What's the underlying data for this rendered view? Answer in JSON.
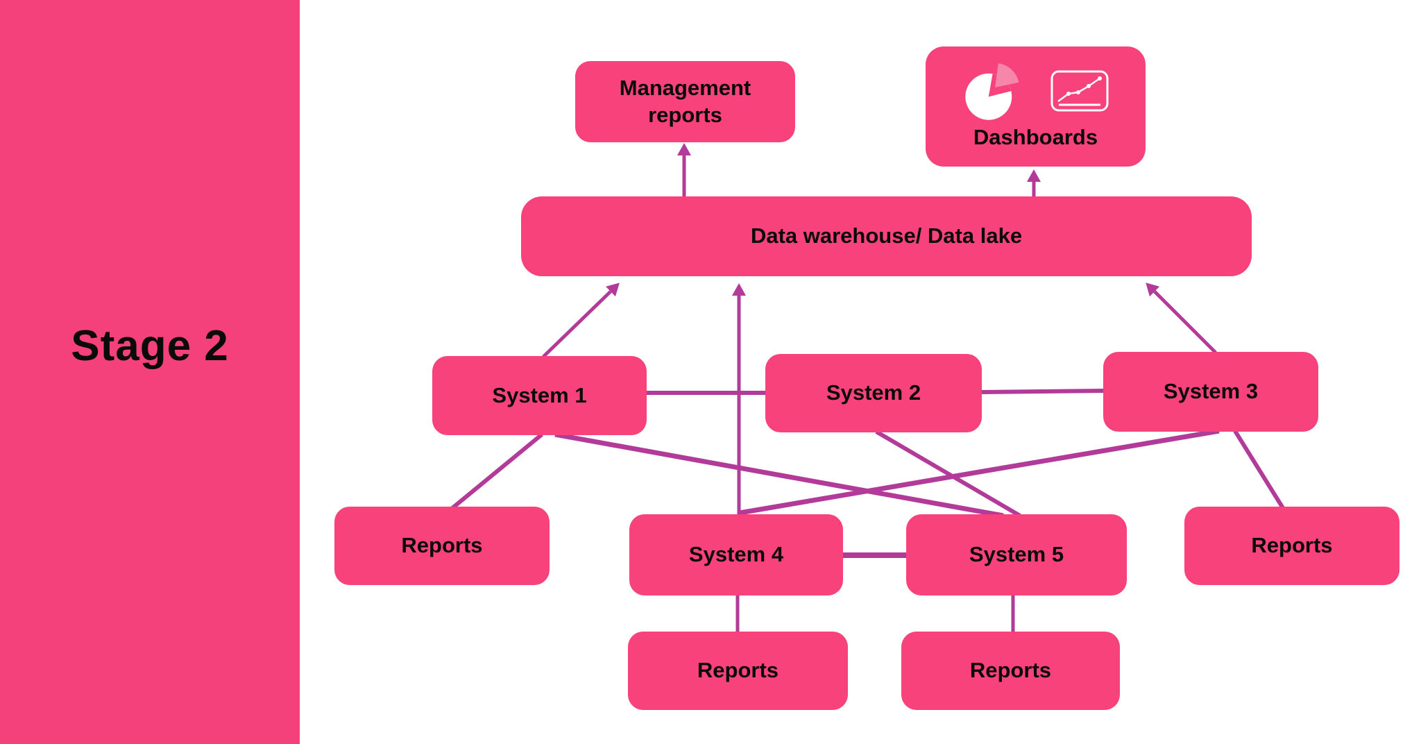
{
  "sidebar": {
    "title": "Stage 2"
  },
  "colors": {
    "node_pink": "#f7427b",
    "sidebar_pink": "#f5417b",
    "connector_magenta": "#b23a98",
    "pie_slice_light": "#f687ab",
    "icon_white": "#ffffff",
    "text_black": "#0b0b0b",
    "background_white": "#ffffff"
  },
  "diagram": {
    "nodes": {
      "management_reports": {
        "label": "Management reports"
      },
      "dashboards": {
        "label": "Dashboards",
        "icons": [
          "pie-chart-icon",
          "line-chart-icon"
        ]
      },
      "warehouse": {
        "label": "Data warehouse/ Data lake"
      },
      "system_1": {
        "label": "System 1"
      },
      "system_2": {
        "label": "System 2"
      },
      "system_3": {
        "label": "System 3"
      },
      "system_4": {
        "label": "System 4"
      },
      "system_5": {
        "label": "System 5"
      },
      "reports_left": {
        "label": "Reports"
      },
      "reports_right": {
        "label": "Reports"
      },
      "reports_bottom_left": {
        "label": "Reports"
      },
      "reports_bottom_right": {
        "label": "Reports"
      }
    },
    "edges": [
      {
        "from": "warehouse",
        "to": "management-reports",
        "arrow": true
      },
      {
        "from": "warehouse",
        "to": "dashboards",
        "arrow": true
      },
      {
        "from": "system-1",
        "to": "warehouse",
        "arrow": true
      },
      {
        "from": "system-4",
        "to": "warehouse",
        "arrow": true
      },
      {
        "from": "system-3",
        "to": "warehouse",
        "arrow": true
      },
      {
        "from": "system-1",
        "to": "system-2",
        "arrow": false
      },
      {
        "from": "system-2",
        "to": "system-3",
        "arrow": false
      },
      {
        "from": "system-1",
        "to": "reports-left",
        "arrow": false
      },
      {
        "from": "system-1",
        "to": "system-5",
        "arrow": false
      },
      {
        "from": "system-2",
        "to": "system-5",
        "arrow": false
      },
      {
        "from": "system-3",
        "to": "system-4",
        "arrow": false
      },
      {
        "from": "system-3",
        "to": "reports-right",
        "arrow": false
      },
      {
        "from": "system-4",
        "to": "system-5",
        "arrow": false
      },
      {
        "from": "system-4",
        "to": "reports-bottom-left",
        "arrow": false
      },
      {
        "from": "system-5",
        "to": "reports-bottom-right",
        "arrow": false
      }
    ]
  }
}
